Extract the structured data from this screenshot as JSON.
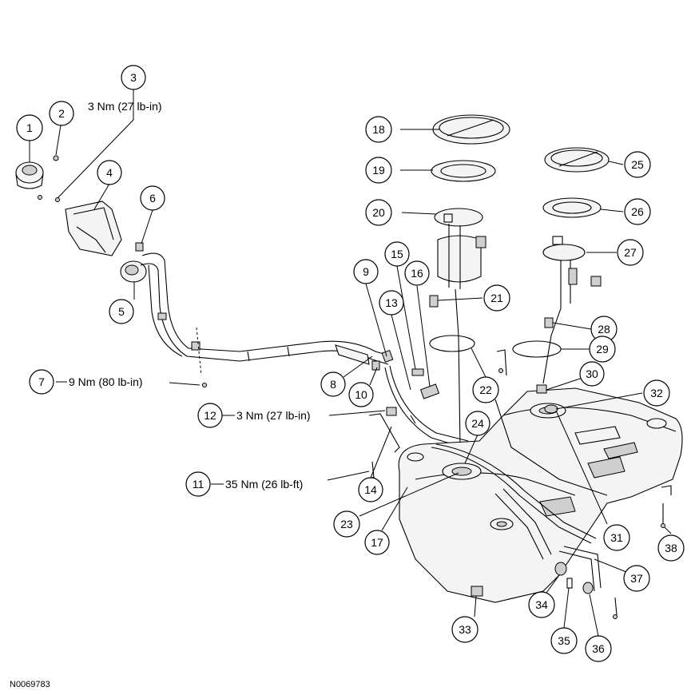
{
  "reference_code": "N0069783",
  "callouts": [
    "1",
    "2",
    "3",
    "4",
    "5",
    "6",
    "7",
    "8",
    "9",
    "10",
    "11",
    "12",
    "13",
    "14",
    "15",
    "16",
    "17",
    "18",
    "19",
    "20",
    "21",
    "22",
    "23",
    "24",
    "25",
    "26",
    "27",
    "28",
    "29",
    "30",
    "31",
    "32",
    "33",
    "34",
    "35",
    "36",
    "37",
    "38"
  ],
  "torque_specs": {
    "t3": "3 Nm (27 lb-in)",
    "t7": "9 Nm (80 lb-in)",
    "t12": "3 Nm (27 lb-in)",
    "t11": "35 Nm (26 lb-ft)"
  }
}
